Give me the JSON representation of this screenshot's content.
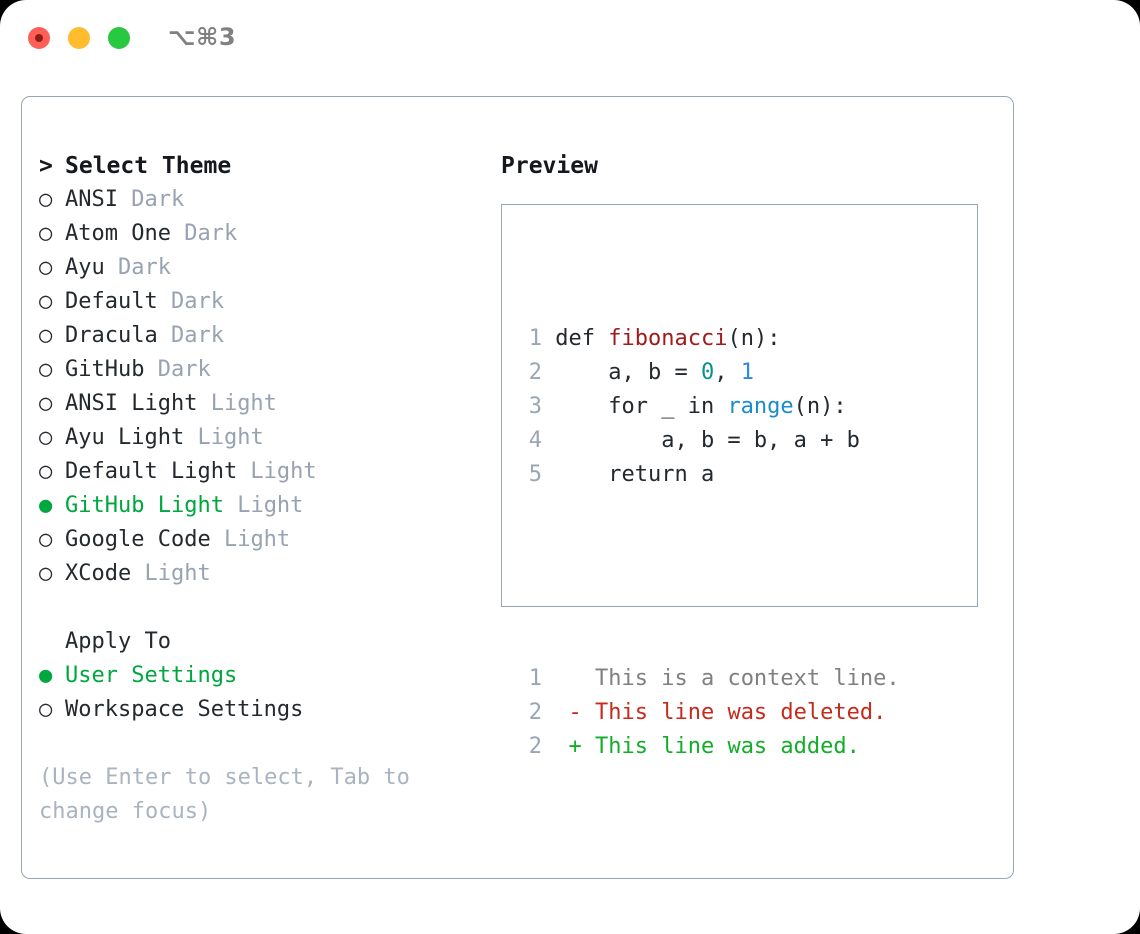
{
  "window": {
    "shortcut": "⌥⌘3",
    "traffic_lights": [
      "close-red",
      "minimize-yellow",
      "maximize-green"
    ]
  },
  "colors": {
    "selected_green": "#00a63e",
    "muted_gray": "#98a2b3",
    "border": "#9aa5b4",
    "text": "#24292e",
    "diff_added": "#14ad2a",
    "diff_deleted": "#c42b1c",
    "function_red": "#a11b1b",
    "builtin_blue": "#1a8ccc"
  },
  "theme_list": {
    "heading": "Select Theme",
    "heading_marker": ">",
    "marker_unselected": "○",
    "marker_selected": "●",
    "items": [
      {
        "name": "ANSI",
        "variant": "Dark",
        "selected": false
      },
      {
        "name": "Atom One",
        "variant": "Dark",
        "selected": false
      },
      {
        "name": "Ayu",
        "variant": "Dark",
        "selected": false
      },
      {
        "name": "Default",
        "variant": "Dark",
        "selected": false
      },
      {
        "name": "Dracula",
        "variant": "Dark",
        "selected": false
      },
      {
        "name": "GitHub",
        "variant": "Dark",
        "selected": false
      },
      {
        "name": "ANSI Light",
        "variant": "Light",
        "selected": false
      },
      {
        "name": "Ayu Light",
        "variant": "Light",
        "selected": false
      },
      {
        "name": "Default Light",
        "variant": "Light",
        "selected": false
      },
      {
        "name": "GitHub Light",
        "variant": "Light",
        "selected": true
      },
      {
        "name": "Google Code",
        "variant": "Light",
        "selected": false
      },
      {
        "name": "XCode",
        "variant": "Light",
        "selected": false
      }
    ]
  },
  "apply_to": {
    "heading": "Apply To",
    "items": [
      {
        "name": "User Settings",
        "selected": true
      },
      {
        "name": "Workspace Settings",
        "selected": false
      }
    ]
  },
  "hint": "(Use Enter to select, Tab to change focus)",
  "preview": {
    "title": "Preview",
    "code_lines": [
      {
        "num": "1",
        "tokens": [
          {
            "t": "def ",
            "c": "plain"
          },
          {
            "t": "fibonacci",
            "c": "func"
          },
          {
            "t": "(n):",
            "c": "plain"
          }
        ]
      },
      {
        "num": "2",
        "tokens": [
          {
            "t": "    a, b = ",
            "c": "plain"
          },
          {
            "t": "0",
            "c": "num0"
          },
          {
            "t": ", ",
            "c": "plain"
          },
          {
            "t": "1",
            "c": "num1"
          }
        ]
      },
      {
        "num": "3",
        "tokens": [
          {
            "t": "    for _ in ",
            "c": "plain"
          },
          {
            "t": "range",
            "c": "builtin"
          },
          {
            "t": "(n):",
            "c": "plain"
          }
        ]
      },
      {
        "num": "4",
        "tokens": [
          {
            "t": "        a, b = b, a + b",
            "c": "plain"
          }
        ]
      },
      {
        "num": "5",
        "tokens": [
          {
            "t": "    return a",
            "c": "plain"
          }
        ]
      }
    ],
    "diff_lines": [
      {
        "num": "1",
        "sign": " ",
        "text": " This is a context line.",
        "kind": "ctx"
      },
      {
        "num": "2",
        "sign": "-",
        "text": " This line was deleted.",
        "kind": "del"
      },
      {
        "num": "2",
        "sign": "+",
        "text": " This line was added.",
        "kind": "add"
      }
    ]
  }
}
